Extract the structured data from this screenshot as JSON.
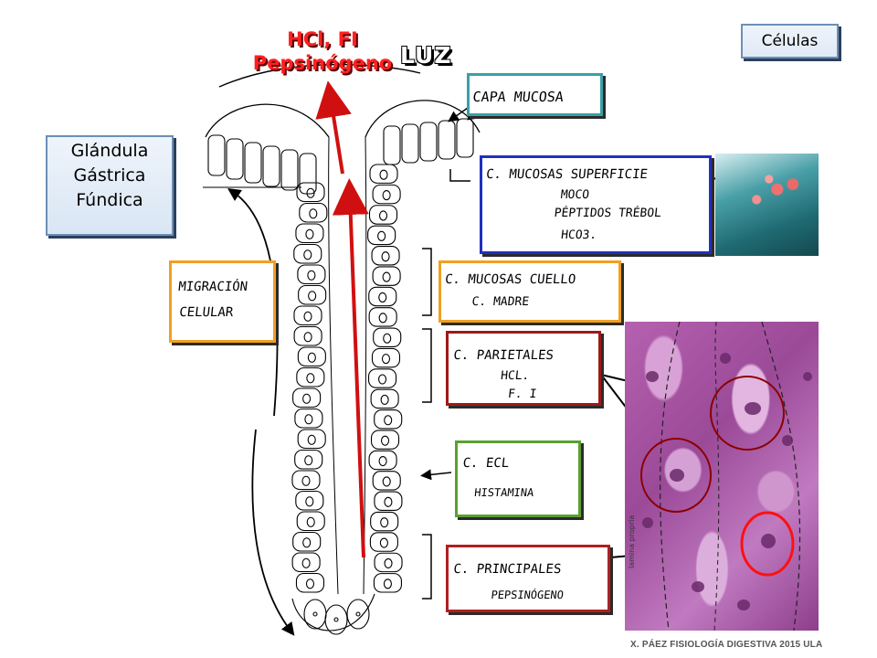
{
  "header": {
    "secretion_line1": "HCl, FI",
    "secretion_line2": "Pepsinógeno",
    "lumen_label": "LUZ"
  },
  "cells_button": {
    "label": "Células"
  },
  "gland_label": {
    "line1": "Glándula",
    "line2": "Gástrica",
    "line3": "Fúndica"
  },
  "captions": {
    "capa_mucosa": {
      "lines": [
        "CAPA MUCOSA"
      ],
      "border_color": "#3aa0a8"
    },
    "mucosas_superficie": {
      "lines": [
        "C. MUCOSAS SUPERFICIE",
        "MOCO",
        "PÉPTIDOS TRÉBOL",
        "HCO3."
      ],
      "border_color": "#2030c0"
    },
    "migracion": {
      "lines": [
        "MIGRACIÓN",
        "CELULAR"
      ],
      "border_color": "#f0a020"
    },
    "mucosas_cuello": {
      "lines": [
        "C. MUCOSAS CUELLO",
        "C. MADRE"
      ],
      "border_color": "#f0a020"
    },
    "parietales": {
      "lines": [
        "C. PARIETALES",
        "HCL.",
        "F. I"
      ],
      "border_color": "#a01818"
    },
    "ecl": {
      "lines": [
        "C. ECL",
        "HISTAMINA"
      ],
      "border_color": "#5aa030"
    },
    "principales": {
      "lines": [
        "C. PRINCIPALES",
        "PEPSINÓGENO"
      ],
      "border_color": "#b02020"
    }
  },
  "micrograph_label": "lamina propria",
  "footer": {
    "credit": "X. PÁEZ   FISIOLOGÍA DIGESTIVA 2015 ULA"
  },
  "colors": {
    "arrow_red": "#d01010",
    "title_red": "#ff2020",
    "box_blue": "#6d8fb5"
  }
}
